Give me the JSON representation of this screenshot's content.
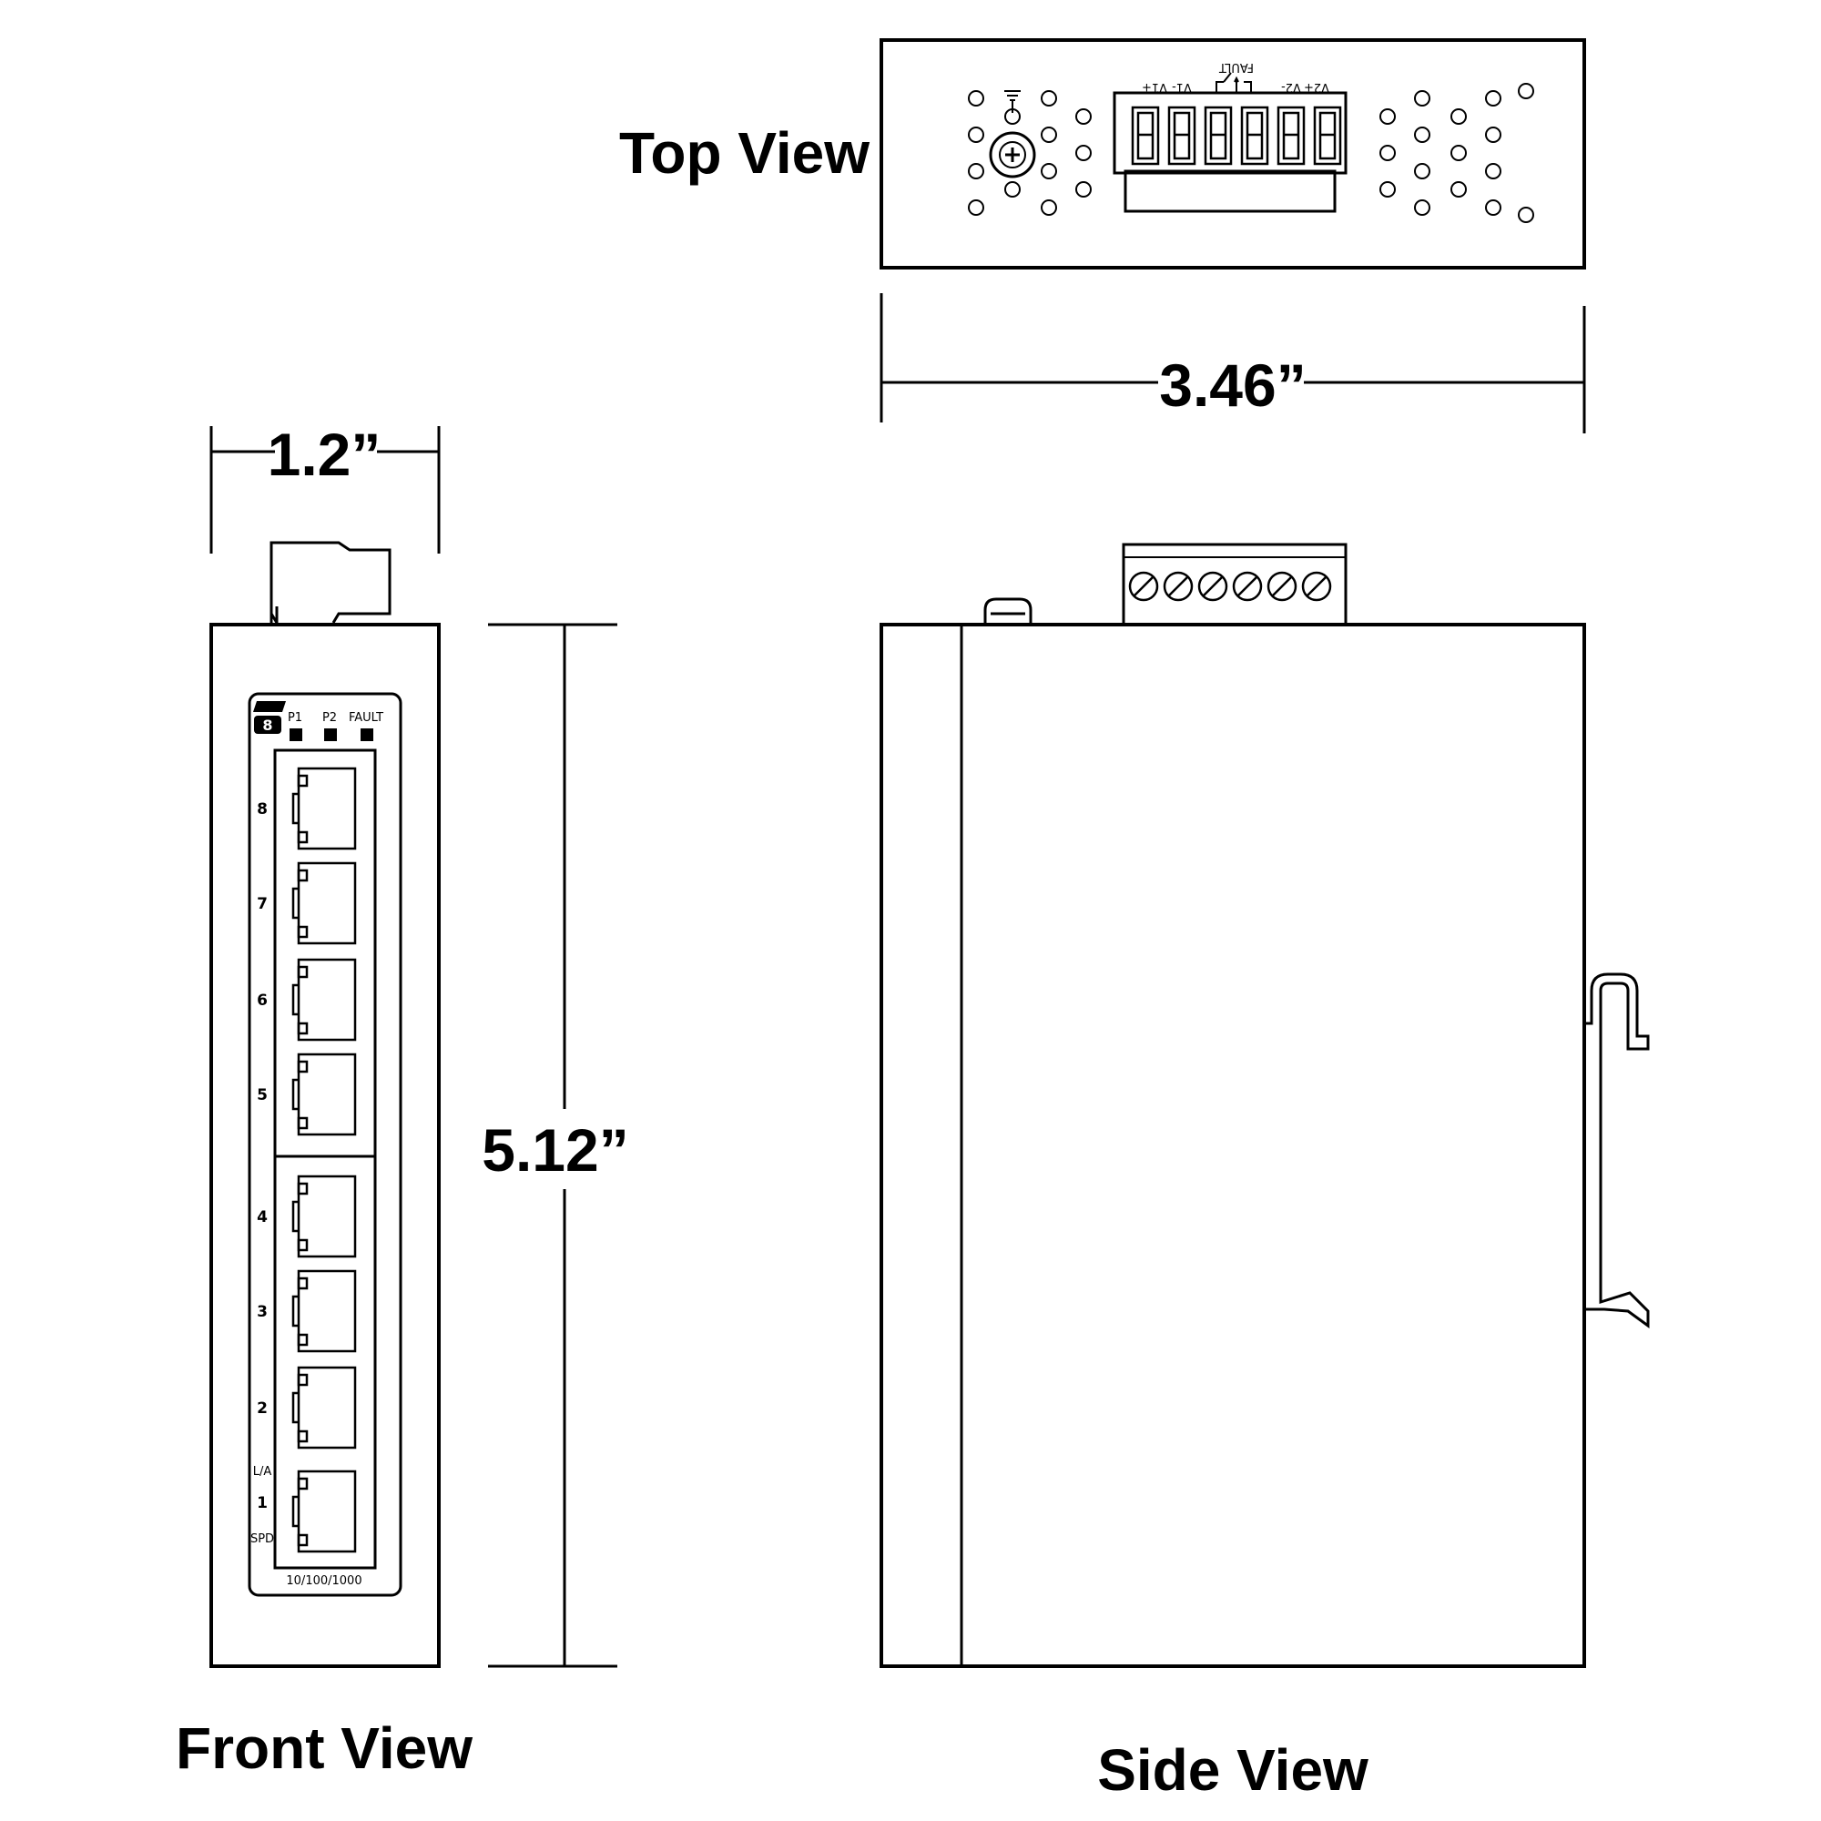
{
  "views": {
    "top": "Top View",
    "front": "Front View",
    "side": "Side View"
  },
  "dimensions": {
    "width_top": "3.46”",
    "width_front": "1.2”",
    "height": "5.12”"
  },
  "terminal_labels": {
    "v1_plus": "V1+",
    "v1_minus": "V1-",
    "fault": "FAULT",
    "v2_minus": "V2-",
    "v2_plus": "V2+"
  },
  "front_panel": {
    "logo_text": "8",
    "leds": [
      "P1",
      "P2",
      "FAULT"
    ],
    "ports": [
      "8",
      "7",
      "6",
      "5",
      "4",
      "3",
      "2",
      "1"
    ],
    "la_label": "L/A",
    "spd_label": "SPD",
    "speed_label": "10/100/1000"
  },
  "colors": {
    "stroke": "#000000",
    "background": "#ffffff"
  }
}
